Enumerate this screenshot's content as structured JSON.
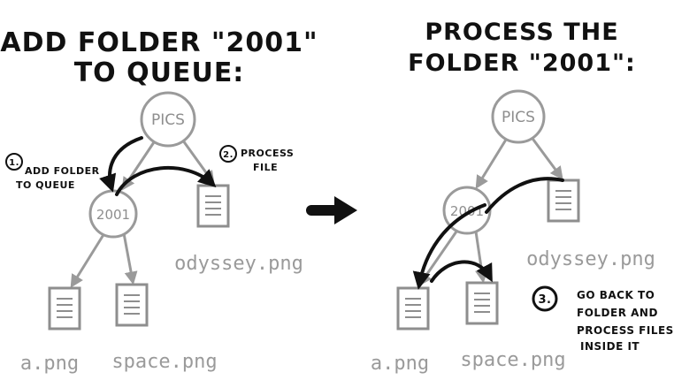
{
  "left_panel": {
    "title_line1": "ADD FOLDER \"2001\"",
    "title_line2": "TO QUEUE:",
    "root_label": "PICS",
    "folder_label": "2001",
    "file_odyssey": "odyssey.png",
    "file_a": "a.png",
    "file_space": "space.png",
    "step1_number": "1.",
    "step1_line1": "ADD FOLDER",
    "step1_line2": "TO QUEUE",
    "step2_number": "2.",
    "step2_line1": "PROCESS",
    "step2_line2": "FILE"
  },
  "right_panel": {
    "title_line1": "PROCESS THE",
    "title_line2": "FOLDER \"2001\":",
    "root_label": "PICS",
    "folder_label": "2001",
    "file_odyssey": "odyssey.png",
    "file_a": "a.png",
    "file_space": "space.png",
    "step3_number": "3.",
    "step3_line1": "GO BACK TO",
    "step3_line2": "FOLDER AND",
    "step3_line3": "PROCESS FILES",
    "step3_line4": "INSIDE IT"
  },
  "colors": {
    "ink": "#111111",
    "node_gray": "#9a9a9a"
  }
}
